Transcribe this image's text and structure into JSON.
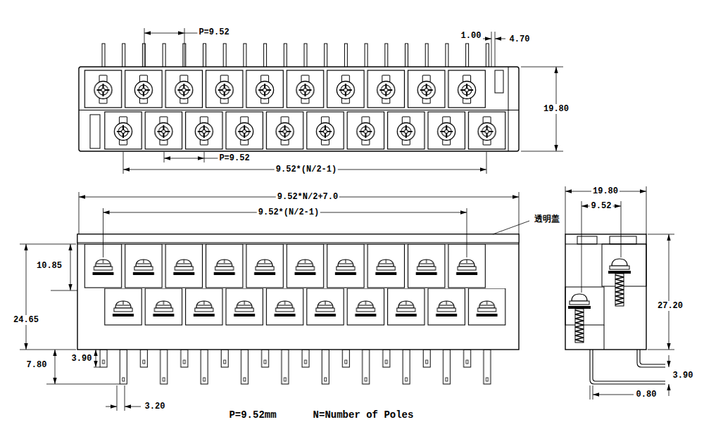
{
  "diagram": {
    "labels": [
      "P=9.52",
      "1.00",
      "4.70",
      "19.80",
      "P=9.52",
      "9.52*(N/2-1)",
      "9.52*N/2+7.0",
      "9.52*(N/2-1)",
      "透明盖",
      "10.85",
      "24.65",
      "3.90",
      "7.80",
      "3.20",
      "19.80",
      "9.52",
      "27.20",
      "3.90",
      "0.80",
      "P=9.52mm",
      "N=Number of Poles"
    ]
  }
}
